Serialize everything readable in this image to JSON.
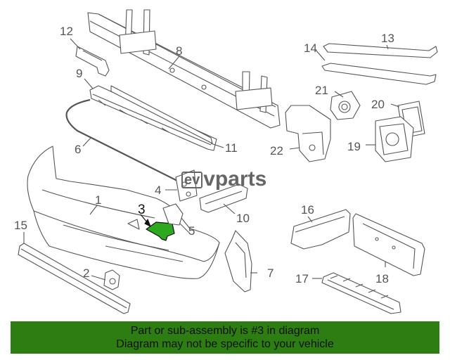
{
  "callouts": {
    "c1": "1",
    "c2": "2",
    "c3": "3",
    "c4": "4",
    "c5": "5",
    "c6": "6",
    "c7": "7",
    "c8": "8",
    "c9": "9",
    "c10": "10",
    "c11": "11",
    "c12": "12",
    "c13": "13",
    "c14": "14",
    "c15": "15",
    "c16": "16",
    "c17": "17",
    "c18": "18",
    "c19": "19",
    "c20": "20",
    "c21": "21",
    "c22": "22"
  },
  "logo": {
    "text": "vparts",
    "icon": "ev-logo-icon"
  },
  "highlight": {
    "part": "3",
    "color": "#2ea81f"
  },
  "banner": {
    "line1": "Part or sub-assembly is #3 in diagram",
    "line2": "Diagram may not be specific to your vehicle",
    "color": "#2e7d12"
  }
}
